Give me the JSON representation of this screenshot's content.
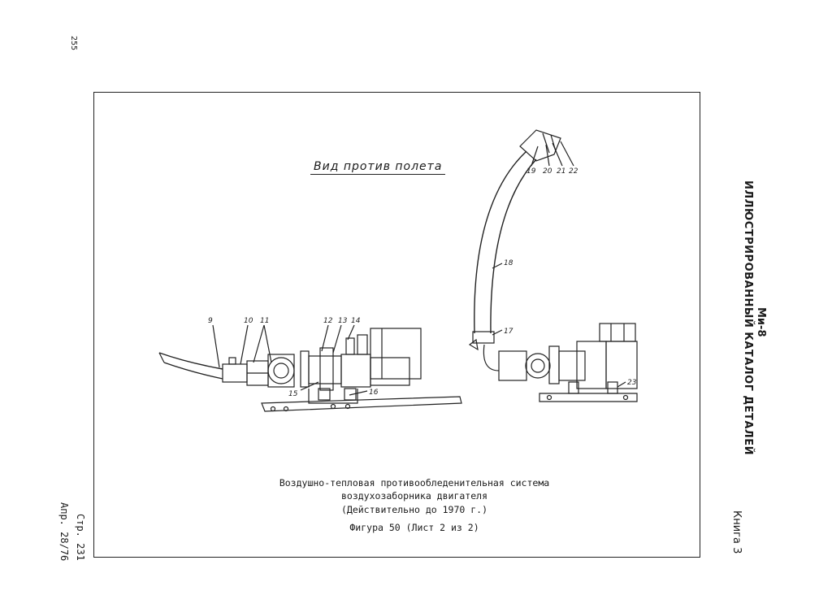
{
  "page": {
    "corner_number": "255",
    "catalog_model": "Ми-8",
    "catalog_title": "ИЛЛЮСТРИРОВАННЫЙ КАТАЛОГ ДЕТАЛЕЙ",
    "book": "Книга 3",
    "page_ref": "Стр. 231",
    "date_ref": "Апр. 28/76"
  },
  "figure": {
    "view_label": "Вид против полета",
    "caption_line1": "Воздушно-тепловая противообледенительная система",
    "caption_line2": "воздухозаборника двигателя",
    "caption_line3": "(Действительно до 1970 г.)",
    "figure_number": "Фигура 50 (Лист 2 из 2)",
    "callouts": [
      "9",
      "10",
      "11",
      "12",
      "13",
      "14",
      "15",
      "16",
      "17",
      "18",
      "19",
      "20",
      "21",
      "22",
      "23"
    ]
  }
}
